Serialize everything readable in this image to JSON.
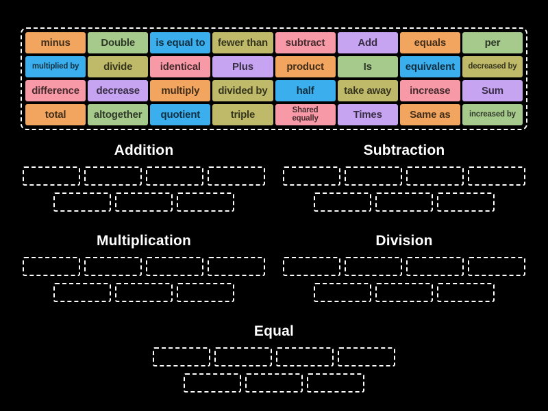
{
  "background": "#000000",
  "palette": {
    "orange": "#F1A55F",
    "green": "#A6C98C",
    "blue": "#3BAEEE",
    "olive": "#BFBA6A",
    "pink": "#F899A7",
    "purple": "#C7A4F2"
  },
  "slot_border_color": "#FFFFFF",
  "heading_color": "#FFFFFF",
  "tile_bank": {
    "tiles": [
      {
        "label": "minus",
        "color": "orange"
      },
      {
        "label": "Double",
        "color": "green"
      },
      {
        "label": "is equal to",
        "color": "blue"
      },
      {
        "label": "fewer than",
        "color": "olive"
      },
      {
        "label": "subtract",
        "color": "pink"
      },
      {
        "label": "Add",
        "color": "purple"
      },
      {
        "label": "equals",
        "color": "orange"
      },
      {
        "label": "per",
        "color": "green"
      },
      {
        "label": "multiplied by",
        "color": "blue",
        "size": "sm"
      },
      {
        "label": "divide",
        "color": "olive"
      },
      {
        "label": "identical",
        "color": "pink"
      },
      {
        "label": "Plus",
        "color": "purple"
      },
      {
        "label": "product",
        "color": "orange"
      },
      {
        "label": "Is",
        "color": "green"
      },
      {
        "label": "equivalent",
        "color": "blue"
      },
      {
        "label": "decreased by",
        "color": "olive",
        "size": "sm"
      },
      {
        "label": "difference",
        "color": "pink"
      },
      {
        "label": "decrease",
        "color": "purple"
      },
      {
        "label": "multiply",
        "color": "orange"
      },
      {
        "label": "divided by",
        "color": "olive"
      },
      {
        "label": "half",
        "color": "blue"
      },
      {
        "label": "take away",
        "color": "olive"
      },
      {
        "label": "increase",
        "color": "pink"
      },
      {
        "label": "Sum",
        "color": "purple"
      },
      {
        "label": "total",
        "color": "orange"
      },
      {
        "label": "altogether",
        "color": "green"
      },
      {
        "label": "quotient",
        "color": "blue"
      },
      {
        "label": "triple",
        "color": "olive"
      },
      {
        "label": "Shared\nequally",
        "color": "pink",
        "size": "xs"
      },
      {
        "label": "Times",
        "color": "purple"
      },
      {
        "label": "Same as",
        "color": "orange"
      },
      {
        "label": "increased by",
        "color": "green",
        "size": "sm"
      }
    ]
  },
  "categories": [
    {
      "name": "Addition",
      "slot_rows": [
        4,
        3
      ]
    },
    {
      "name": "Subtraction",
      "slot_rows": [
        4,
        3
      ]
    },
    {
      "name": "Multiplication",
      "slot_rows": [
        4,
        3
      ]
    },
    {
      "name": "Division",
      "slot_rows": [
        4,
        3
      ]
    },
    {
      "name": "Equal",
      "slot_rows": [
        4,
        3
      ]
    }
  ]
}
